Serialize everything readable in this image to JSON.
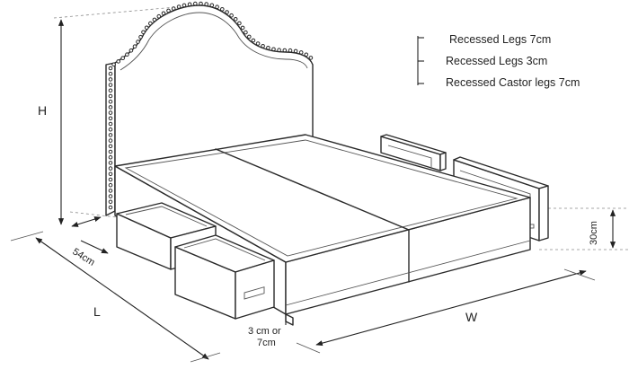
{
  "legend": {
    "items": [
      {
        "label": "Recessed Legs 7cm"
      },
      {
        "label": "Recessed Legs 3cm"
      },
      {
        "label": "Recessed Castor legs 7cm"
      }
    ]
  },
  "dimensions": {
    "height": "H",
    "length": "L",
    "width": "W",
    "depth": "54cm",
    "drawer_height": "30cm",
    "leg_height_line1": "3 cm or",
    "leg_height_line2": "7cm"
  }
}
